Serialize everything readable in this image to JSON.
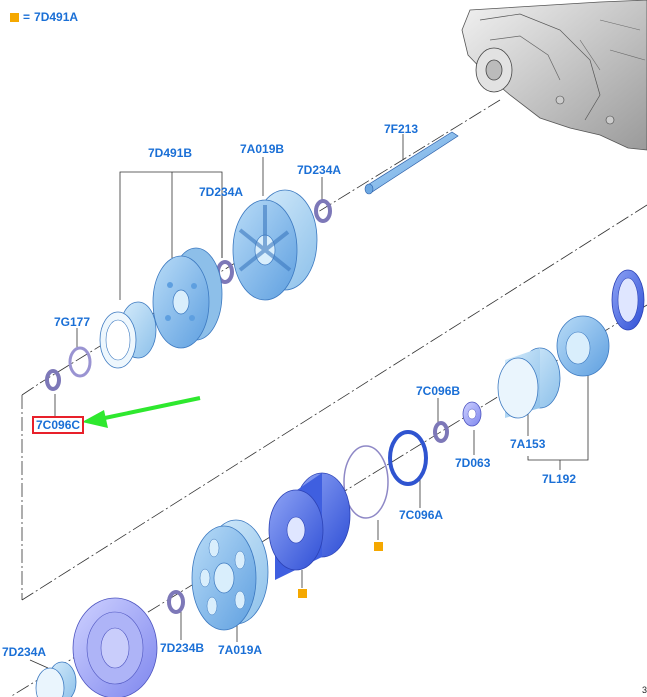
{
  "legend": {
    "marker": "■",
    "equals": "=",
    "code": "7D491A",
    "marker_color": "#f5a800"
  },
  "parts": {
    "p7D491B": "7D491B",
    "p7A019B": "7A019B",
    "p7D234A_1": "7D234A",
    "p7D234A_2": "7D234A",
    "p7F213": "7F213",
    "p7G177": "7G177",
    "p7C096C": "7C096C",
    "p7C096B": "7C096B",
    "p7D063": "7D063",
    "p7A153": "7A153",
    "p7L192": "7L192",
    "p7C096A": "7C096A",
    "p7D234B": "7D234B",
    "p7A019A": "7A019A",
    "p7D234A_3": "7D234A"
  },
  "corner_text": "3",
  "colors": {
    "label": "#1a6fd6",
    "part_fill": "#7db3e6",
    "highlight_box": "#e8202a",
    "arrow": "#2ee82e",
    "marker": "#f5a800"
  }
}
